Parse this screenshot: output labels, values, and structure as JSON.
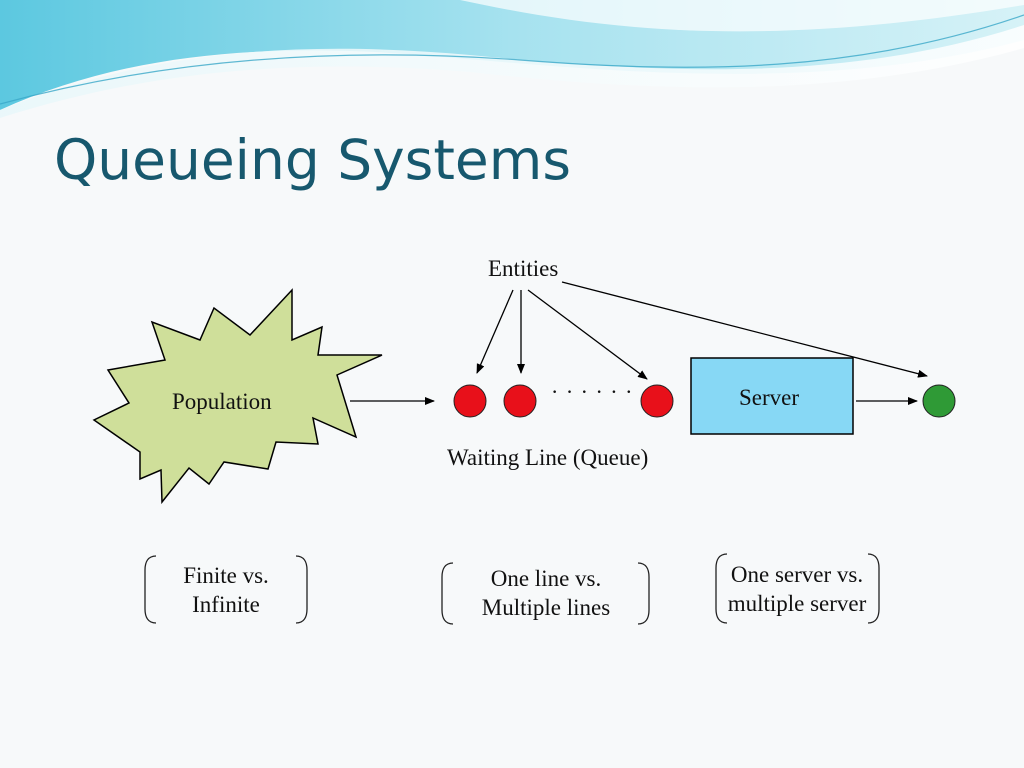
{
  "title": "Queueing Systems",
  "diagram": {
    "entities_label": "Entities",
    "population_label": "Population",
    "server_label": "Server",
    "queue_label": "Waiting Line (Queue)",
    "dots": "· · · · · ·"
  },
  "notes": [
    {
      "line1": "Finite vs.",
      "line2": "Infinite"
    },
    {
      "line1": "One line vs.",
      "line2": "Multiple lines"
    },
    {
      "line1": "One server vs.",
      "line2": "multiple server"
    }
  ],
  "colors": {
    "title": "#17586e",
    "population_fill": "#cfdf9a",
    "server_fill": "#87d8f5",
    "queue_entity": "#e8101a",
    "served_entity": "#2f9a36"
  }
}
